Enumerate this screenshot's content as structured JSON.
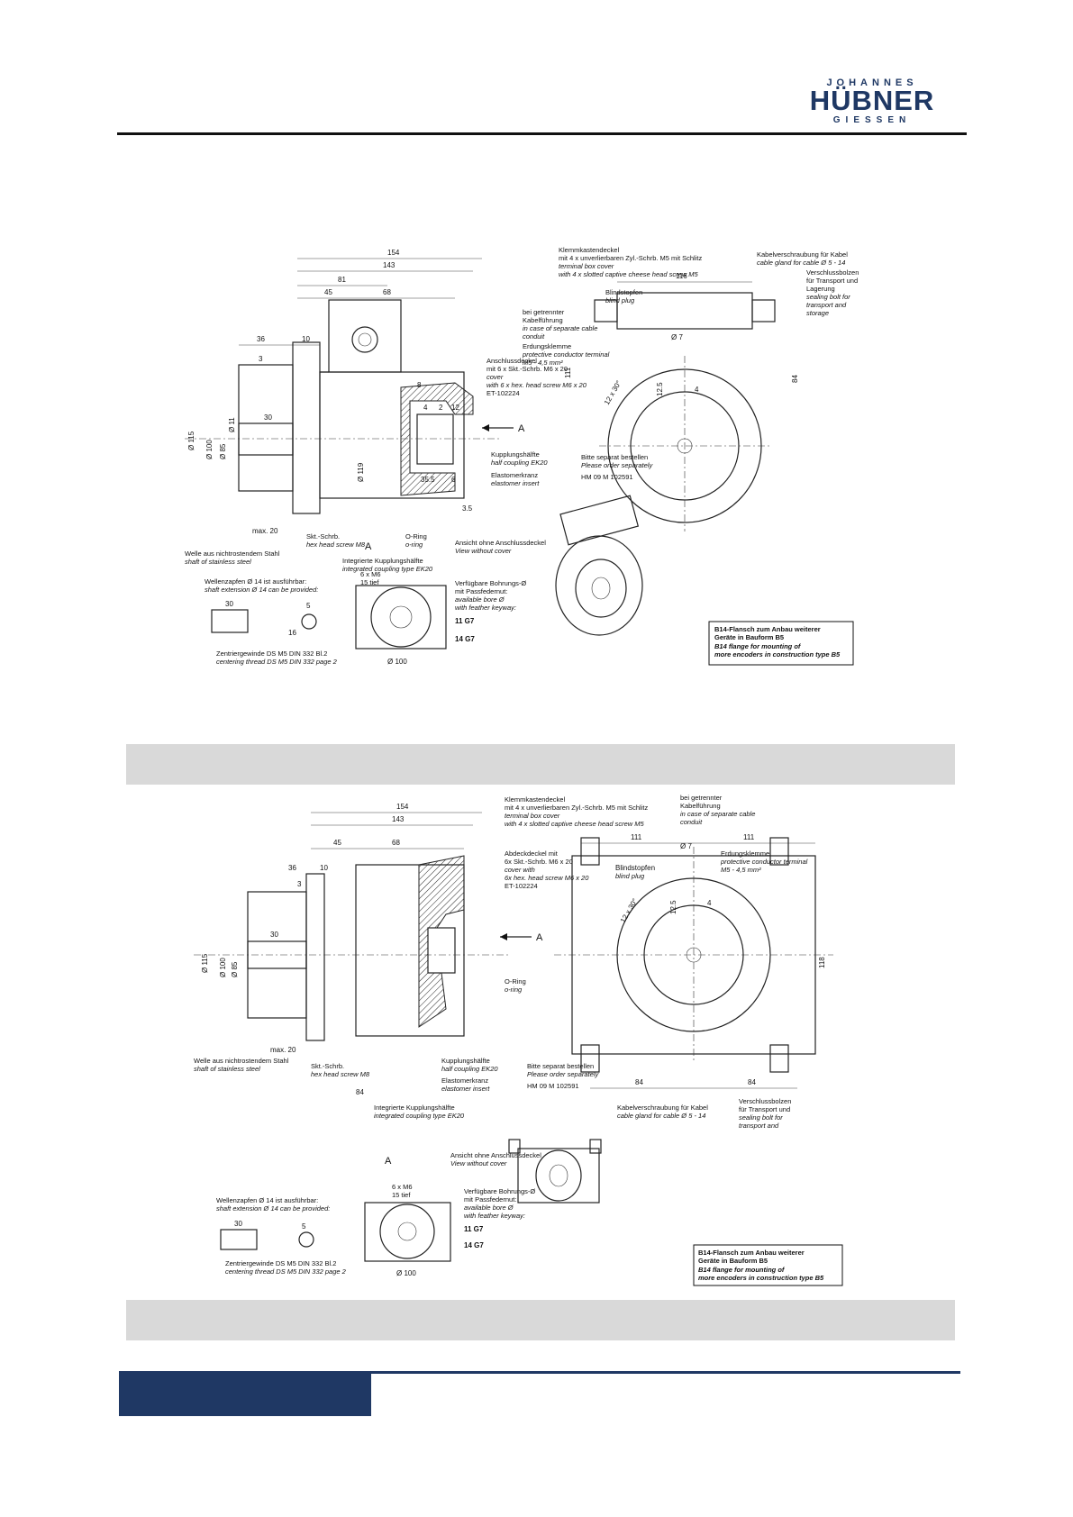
{
  "logo": {
    "top": "JOHANNES",
    "main": "HÜBNER",
    "bottom": "GIESSEN"
  },
  "drawing1": {
    "dims": {
      "d154": "154",
      "d143": "143",
      "d81": "81",
      "d45": "45",
      "d68": "68",
      "d36": "36",
      "d10": "10",
      "d3": "3",
      "d30": "30",
      "d115": "Ø 115",
      "d100": "Ø 100",
      "d85": "Ø 85",
      "d11": "Ø 11",
      "d8": "8",
      "d4": "4",
      "d2": "2",
      "d12": "12",
      "d35_5": "35.5",
      "d6": "6",
      "d3_5": "3.5",
      "d119": "Ø 119",
      "max20": "max. 20",
      "d116": "116",
      "d111": "111",
      "d84": "84",
      "d7": "Ø 7",
      "d12_5": "12.5",
      "d4b": "4",
      "angle": "12 x 30°",
      "flange_d100": "Ø 100",
      "d16": "16",
      "d5": "5"
    },
    "labels": {
      "klemm_de": "Klemmkastendeckel",
      "klemm_de2": "mit 4 x unverlierbaren Zyl.-Schrb. M5 mit Schlitz",
      "klemm_en": "terminal box cover",
      "klemm_en2": "with 4 x slotted captive cheese head screw M5",
      "kabel_de": "Kabelverschraubung für Kabel",
      "kabel_en": "cable gland for cable Ø 5 - 14",
      "versch_de": "Verschlussbolzen",
      "versch_de2": "für Transport und",
      "versch_de3": "Lagerung",
      "versch_en": "sealing bolt for",
      "versch_en2": "transport and",
      "versch_en3": "storage",
      "blind_de": "Blindstopfen",
      "blind_en": "blind plug",
      "getrennt_de": "bei getrennter",
      "getrennt_de2": "Kabelführung",
      "getrennt_en": "in case of separate cable",
      "getrennt_en2": "conduit",
      "erd_de": "Erdungsklemme",
      "erd_en": "protective conductor terminal",
      "erd_en2": "M5 - 4,5 mm²",
      "ansch_de": "Anschlussdeckel",
      "ansch_de2": "mit 6 x Skt.-Schrb. M6 x 20",
      "ansch_en": "cover",
      "ansch_en2": "with 6 x hex. head screw M6 x 20",
      "ansch_et": "ET-102224",
      "kupp_de": "Kupplungshälfte",
      "kupp_en": "half coupling EK20",
      "bitte_de": "Bitte separat bestellen",
      "bitte_en": "Please order separately",
      "hm": "HM 09 M 102591",
      "elast_de": "Elastomerkranz",
      "elast_en": "elastomer insert",
      "welle_de": "Welle aus nichtrostendem Stahl",
      "welle_en": "shaft of stainless steel",
      "skt_de": "Skt.-Schrb.",
      "skt_en": "hex head screw M8",
      "oring_de": "O-Ring",
      "oring_en": "o-ring",
      "integ_de": "Integrierte Kupplungshälfte",
      "integ_en": "integrated coupling type EK20",
      "view_a": "A",
      "arrow_a": "A",
      "ansicht_de": "Ansicht ohne Anschlussdeckel",
      "ansicht_en": "View without cover",
      "zapf_de": "Wellenzapfen Ø 14 ist ausführbar:",
      "zapf_en": "shaft extension Ø 14 can be provided:",
      "zentr_de": "Zentriergewinde DS M5 DIN 332 Bl.2",
      "zentr_en": "centering thread DS M5 DIN 332 page 2",
      "m6": "6 x M6",
      "tief": "15 tief",
      "bohr_de": "Verfügbare Bohrungs-Ø",
      "bohr_de2": "mit Passfedernut:",
      "bohr_en": "available bore Ø",
      "bohr_en2": "with feather keyway:",
      "g11": "11 G7",
      "g14": "14 G7",
      "b14_de": "B14-Flansch zum Anbau weiterer",
      "b14_de2": "Geräte in Bauform B5",
      "b14_en": "B14 flange for mounting of",
      "b14_en2": "more encoders in construction type B5"
    }
  },
  "drawing2": {
    "labels": {
      "abdeck_de": "Abdeckdeckel mit",
      "abdeck_de2": "6x Skt.-Schrb. M6 x 20",
      "abdeck_en": "cover with",
      "abdeck_en2": "6x hex. head screw M6 x 20",
      "kabel2_de": "Kabelverschraubung für Kabel",
      "kabel2_en": "cable gland for cable Ø 5 - 14",
      "d118": "118",
      "d84a": "84",
      "d84b": "84",
      "d111a": "111",
      "d111b": "111",
      "erd2": "M5 - 4,5 mm²"
    }
  }
}
